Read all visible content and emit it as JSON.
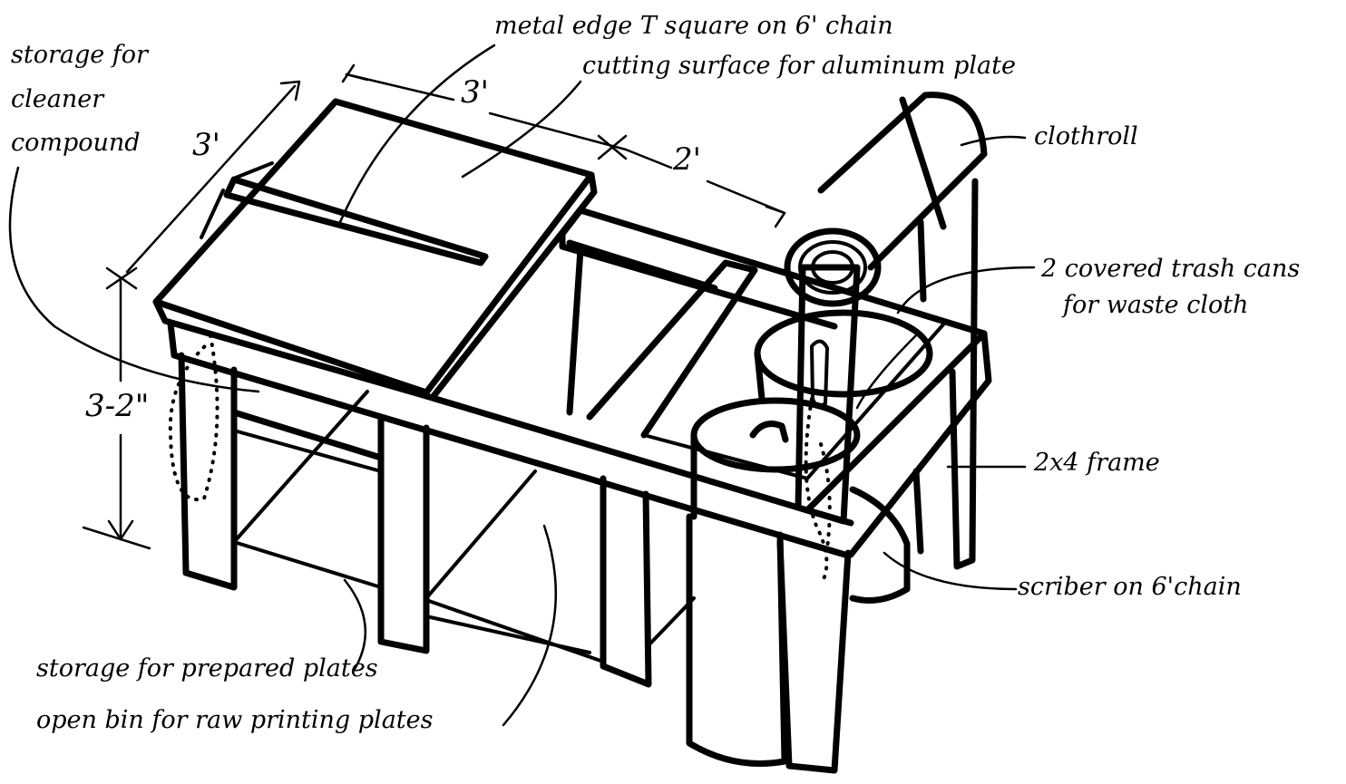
{
  "labels": {
    "storage_cleaner_line1": "storage for",
    "storage_cleaner_line2": "cleaner",
    "storage_cleaner_line3": "compound",
    "t_square": "metal edge T square on 6' chain",
    "cutting_surface": "cutting surface for aluminum plate",
    "cloth_roll": "clothroll",
    "trash_cans_line1": "2 covered trash cans",
    "trash_cans_line2": "for waste cloth",
    "frame": "2x4 frame",
    "scriber": "scriber on 6'chain",
    "prepared_plates": "storage for prepared plates",
    "raw_plates": "open bin for raw printing plates"
  },
  "dimensions": {
    "width_top": "3'",
    "depth_left": "3'",
    "bin_width": "2'",
    "height": "3-2\""
  },
  "colors": {
    "ink": "#000000",
    "paper": "#ffffff"
  }
}
